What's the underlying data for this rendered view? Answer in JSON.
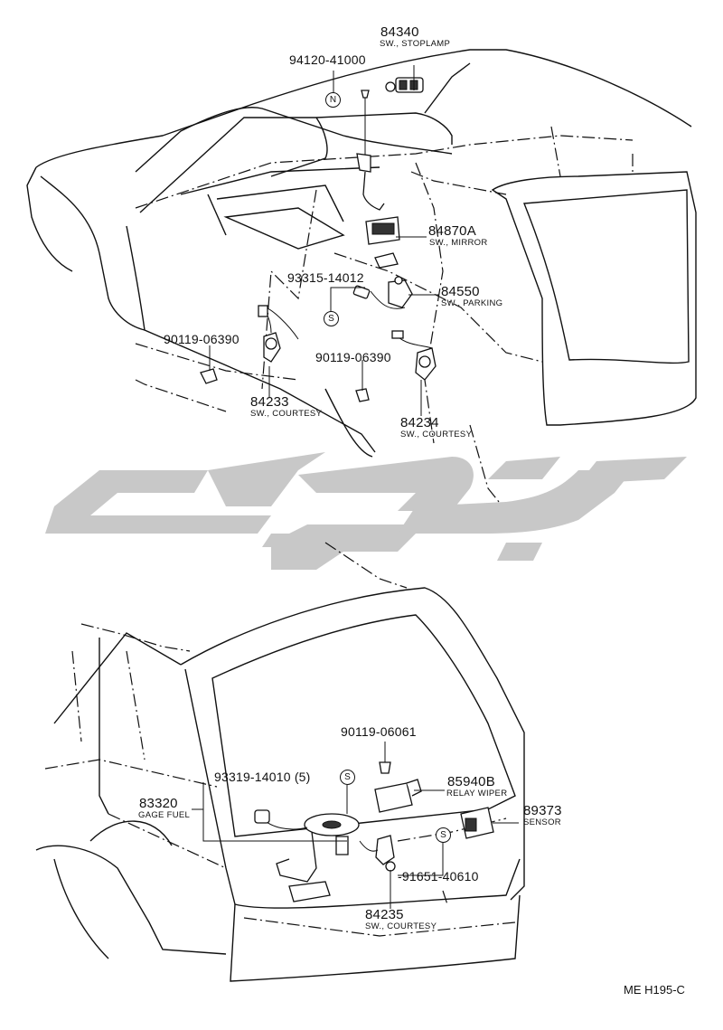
{
  "diagram": {
    "drawing_code": "ME H195-C",
    "watermark_text": "",
    "top_view": {
      "labels": [
        {
          "id": "84340",
          "part_no": "84340",
          "desc": "SW., STOPLAMP"
        },
        {
          "id": "94120",
          "part_no": "94120-41000",
          "desc": ""
        },
        {
          "id": "84870A",
          "part_no": "84870A",
          "desc": "SW., MIRROR"
        },
        {
          "id": "93315",
          "part_no": "93315-14012",
          "desc": ""
        },
        {
          "id": "84550",
          "part_no": "84550",
          "desc": "SW., PARKING"
        },
        {
          "id": "90119a",
          "part_no": "90119-06390",
          "desc": ""
        },
        {
          "id": "90119b",
          "part_no": "90119-06390",
          "desc": ""
        },
        {
          "id": "84233",
          "part_no": "84233",
          "desc": "SW., COURTESY"
        },
        {
          "id": "84234",
          "part_no": "84234",
          "desc": "SW., COURTESY"
        }
      ],
      "markers": [
        {
          "id": "N",
          "symbol": "N"
        },
        {
          "id": "S1",
          "symbol": "S"
        }
      ]
    },
    "bottom_view": {
      "labels": [
        {
          "id": "90119c",
          "part_no": "90119-06061",
          "desc": ""
        },
        {
          "id": "93319",
          "part_no": "93319-14010 (5)",
          "desc": ""
        },
        {
          "id": "83320",
          "part_no": "83320",
          "desc": "GAGE FUEL"
        },
        {
          "id": "85940B",
          "part_no": "85940B",
          "desc": "RELAY WIPER"
        },
        {
          "id": "89373",
          "part_no": "89373",
          "desc": "SENSOR"
        },
        {
          "id": "91651",
          "part_no": "-91651-40610",
          "desc": ""
        },
        {
          "id": "84235",
          "part_no": "84235",
          "desc": "SW., COURTESY"
        }
      ],
      "markers": [
        {
          "id": "S2",
          "symbol": "S"
        },
        {
          "id": "S3",
          "symbol": "S"
        }
      ]
    }
  }
}
